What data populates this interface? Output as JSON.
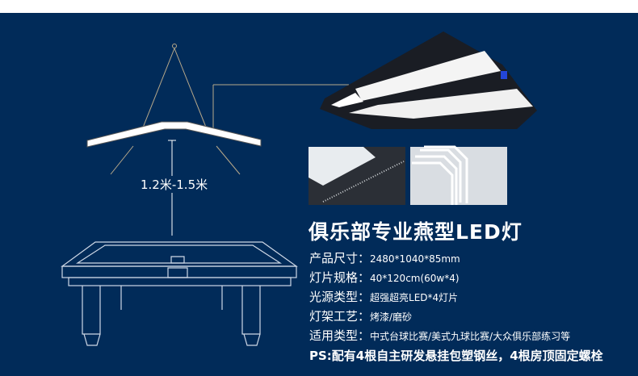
{
  "dimension_label": "1.2米-1.5米",
  "title": "俱乐部专业燕型LED灯",
  "specs": [
    {
      "label": "产品尺寸：",
      "value": "2480*1040*85mm"
    },
    {
      "label": "灯片规格：",
      "value": "40*120cm(60w*4)"
    },
    {
      "label": "光源类型：",
      "value": "超强超亮LED*4灯片"
    },
    {
      "label": "灯架工艺：",
      "value": "烤漆/磨砂"
    },
    {
      "label": "适用类型：",
      "value": "中式台球比赛/美式九球比赛/大众俱乐部练习等"
    }
  ],
  "note": "PS:配有4根自主研发悬挂包塑钢丝，4根房顶固定螺栓",
  "colors": {
    "background": "#012b59",
    "text": "#ffffff"
  }
}
